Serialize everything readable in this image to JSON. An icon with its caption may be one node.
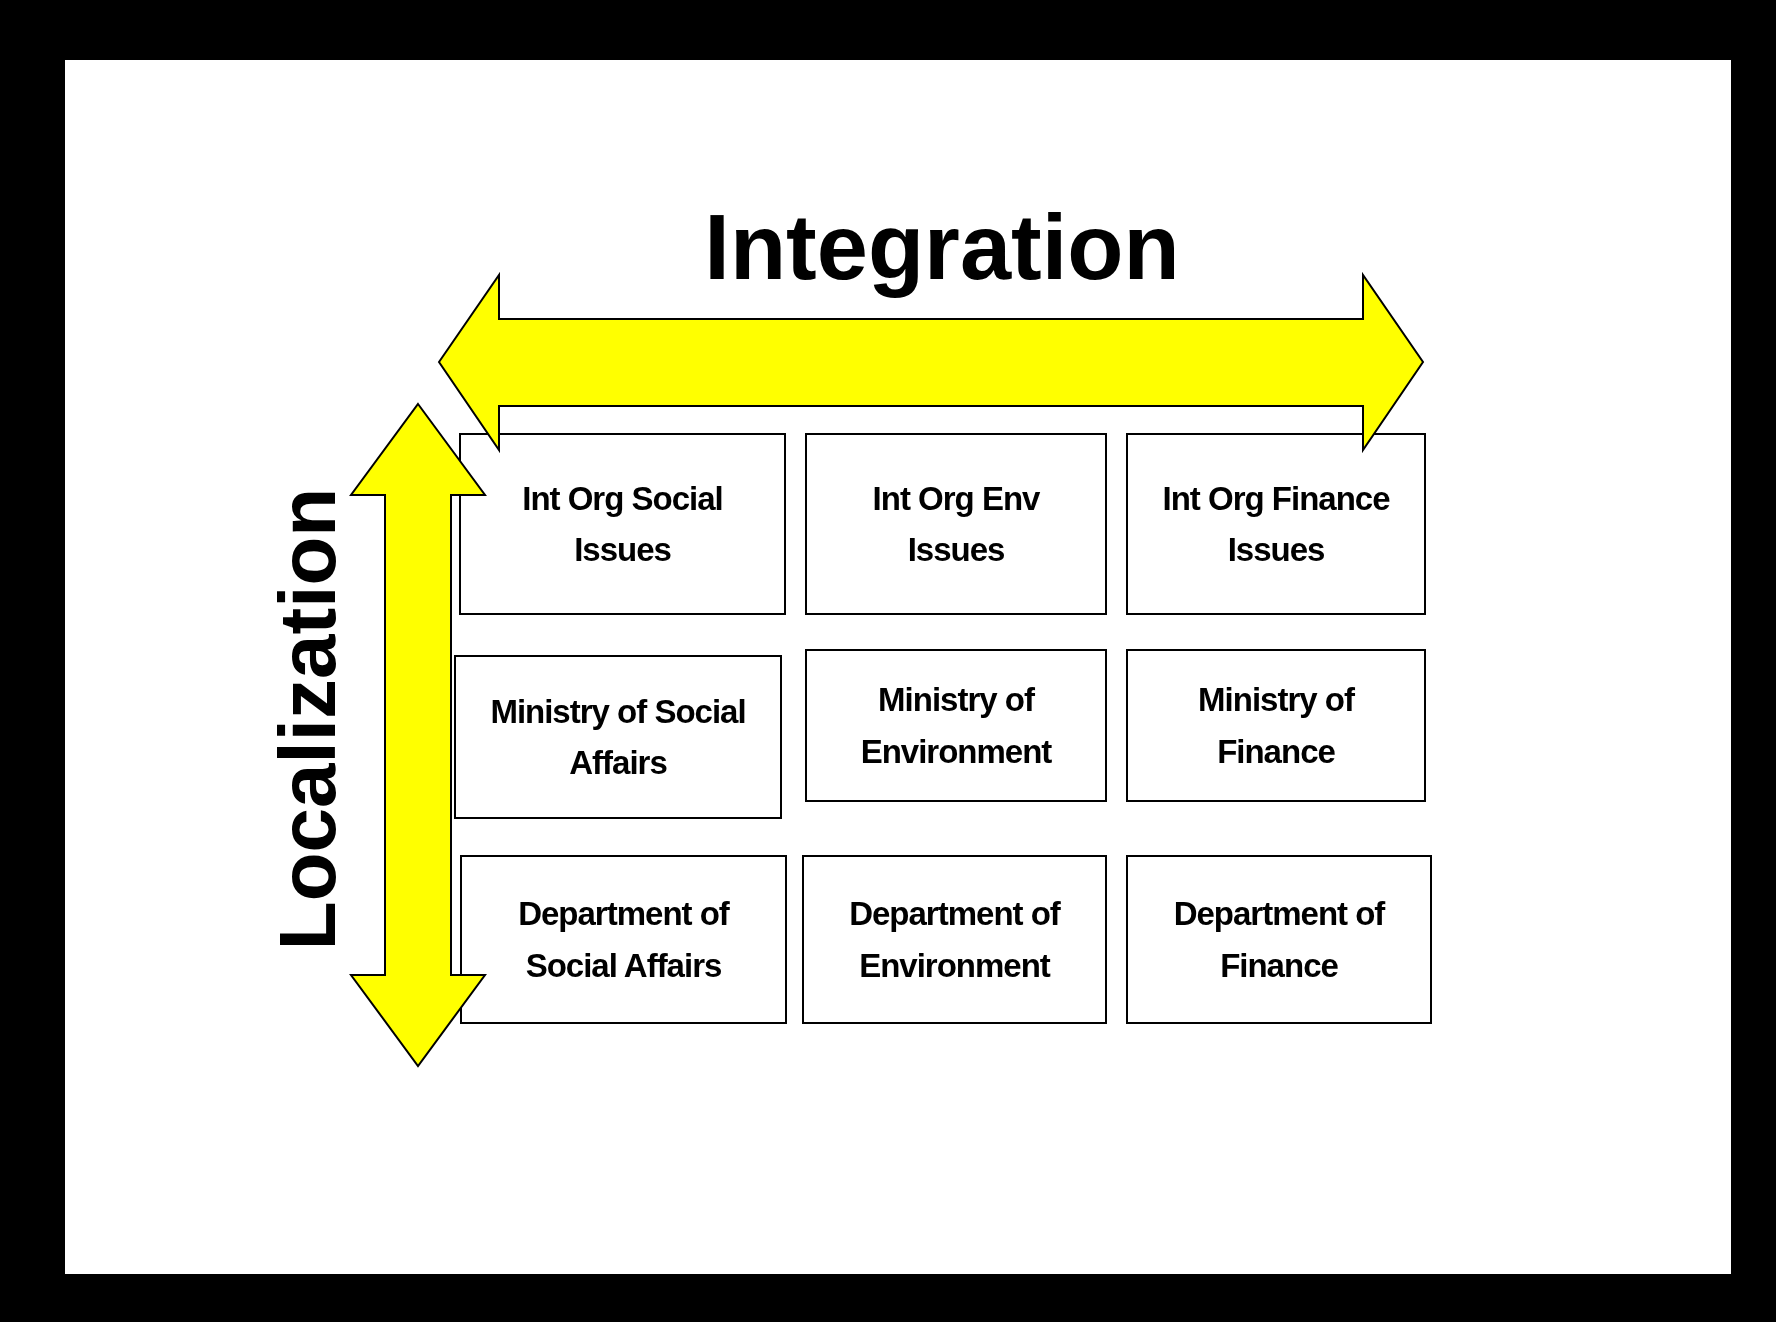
{
  "diagram": {
    "nodes": [
      {
        "text": [
          "Int Org Social Issues"
        ]
      },
      {
        "text": [
          "Int Org Env Issues"
        ]
      },
      {
        "text": [
          "Int Org Finance Issues"
        ]
      },
      {
        "text": [
          "Ministry of Social Affairs"
        ]
      },
      {
        "text": [
          "Ministry of Environment"
        ]
      },
      {
        "text": [
          "Ministry of Finance"
        ]
      },
      {
        "text": [
          "Department of Social Affairs"
        ]
      },
      {
        "text": [
          "Department of Environment"
        ]
      },
      {
        "text": [
          "Department of Finance"
        ]
      }
    ],
    "labels": [
      "Integration",
      "Localization"
    ]
  }
}
